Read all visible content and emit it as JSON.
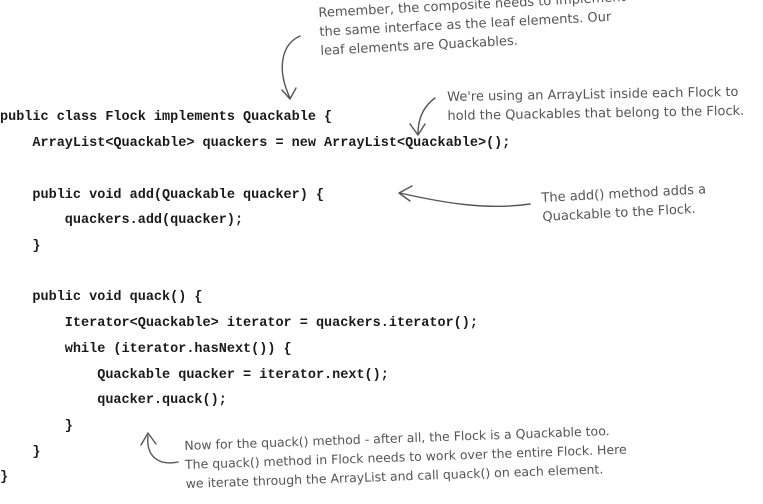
{
  "code_lines": [
    "public class Flock implements Quackable {",
    "    ArrayList<Quackable> quackers = new ArrayList<Quackable>();",
    "    public void add(Quackable quacker) {",
    "        quackers.add(quacker);",
    "    }",
    "    public void quack() {",
    "        Iterator<Quackable> iterator = quackers.iterator();",
    "        while (iterator.hasNext()) {",
    "            Quackable quacker = iterator.next();",
    "            quacker.quack();",
    "        }",
    "    }",
    "}"
  ],
  "annotations": {
    "composite_note": [
      "Remember, the composite needs to implement",
      "the same interface as the leaf elements. Our",
      "leaf elements are Quackables."
    ],
    "arraylist_note": [
      "We're using an ArrayList inside each Flock to",
      "hold the Quackables that belong to the Flock."
    ],
    "add_note": [
      "The add() method adds a",
      "Quackable to the Flock."
    ],
    "quack_note": [
      "Now for the quack() method - after all, the Flock is a Quackable too.",
      "The quack() method in Flock needs to work over the entire Flock.  Here",
      "we iterate through the ArrayList and call quack() on each element."
    ]
  }
}
